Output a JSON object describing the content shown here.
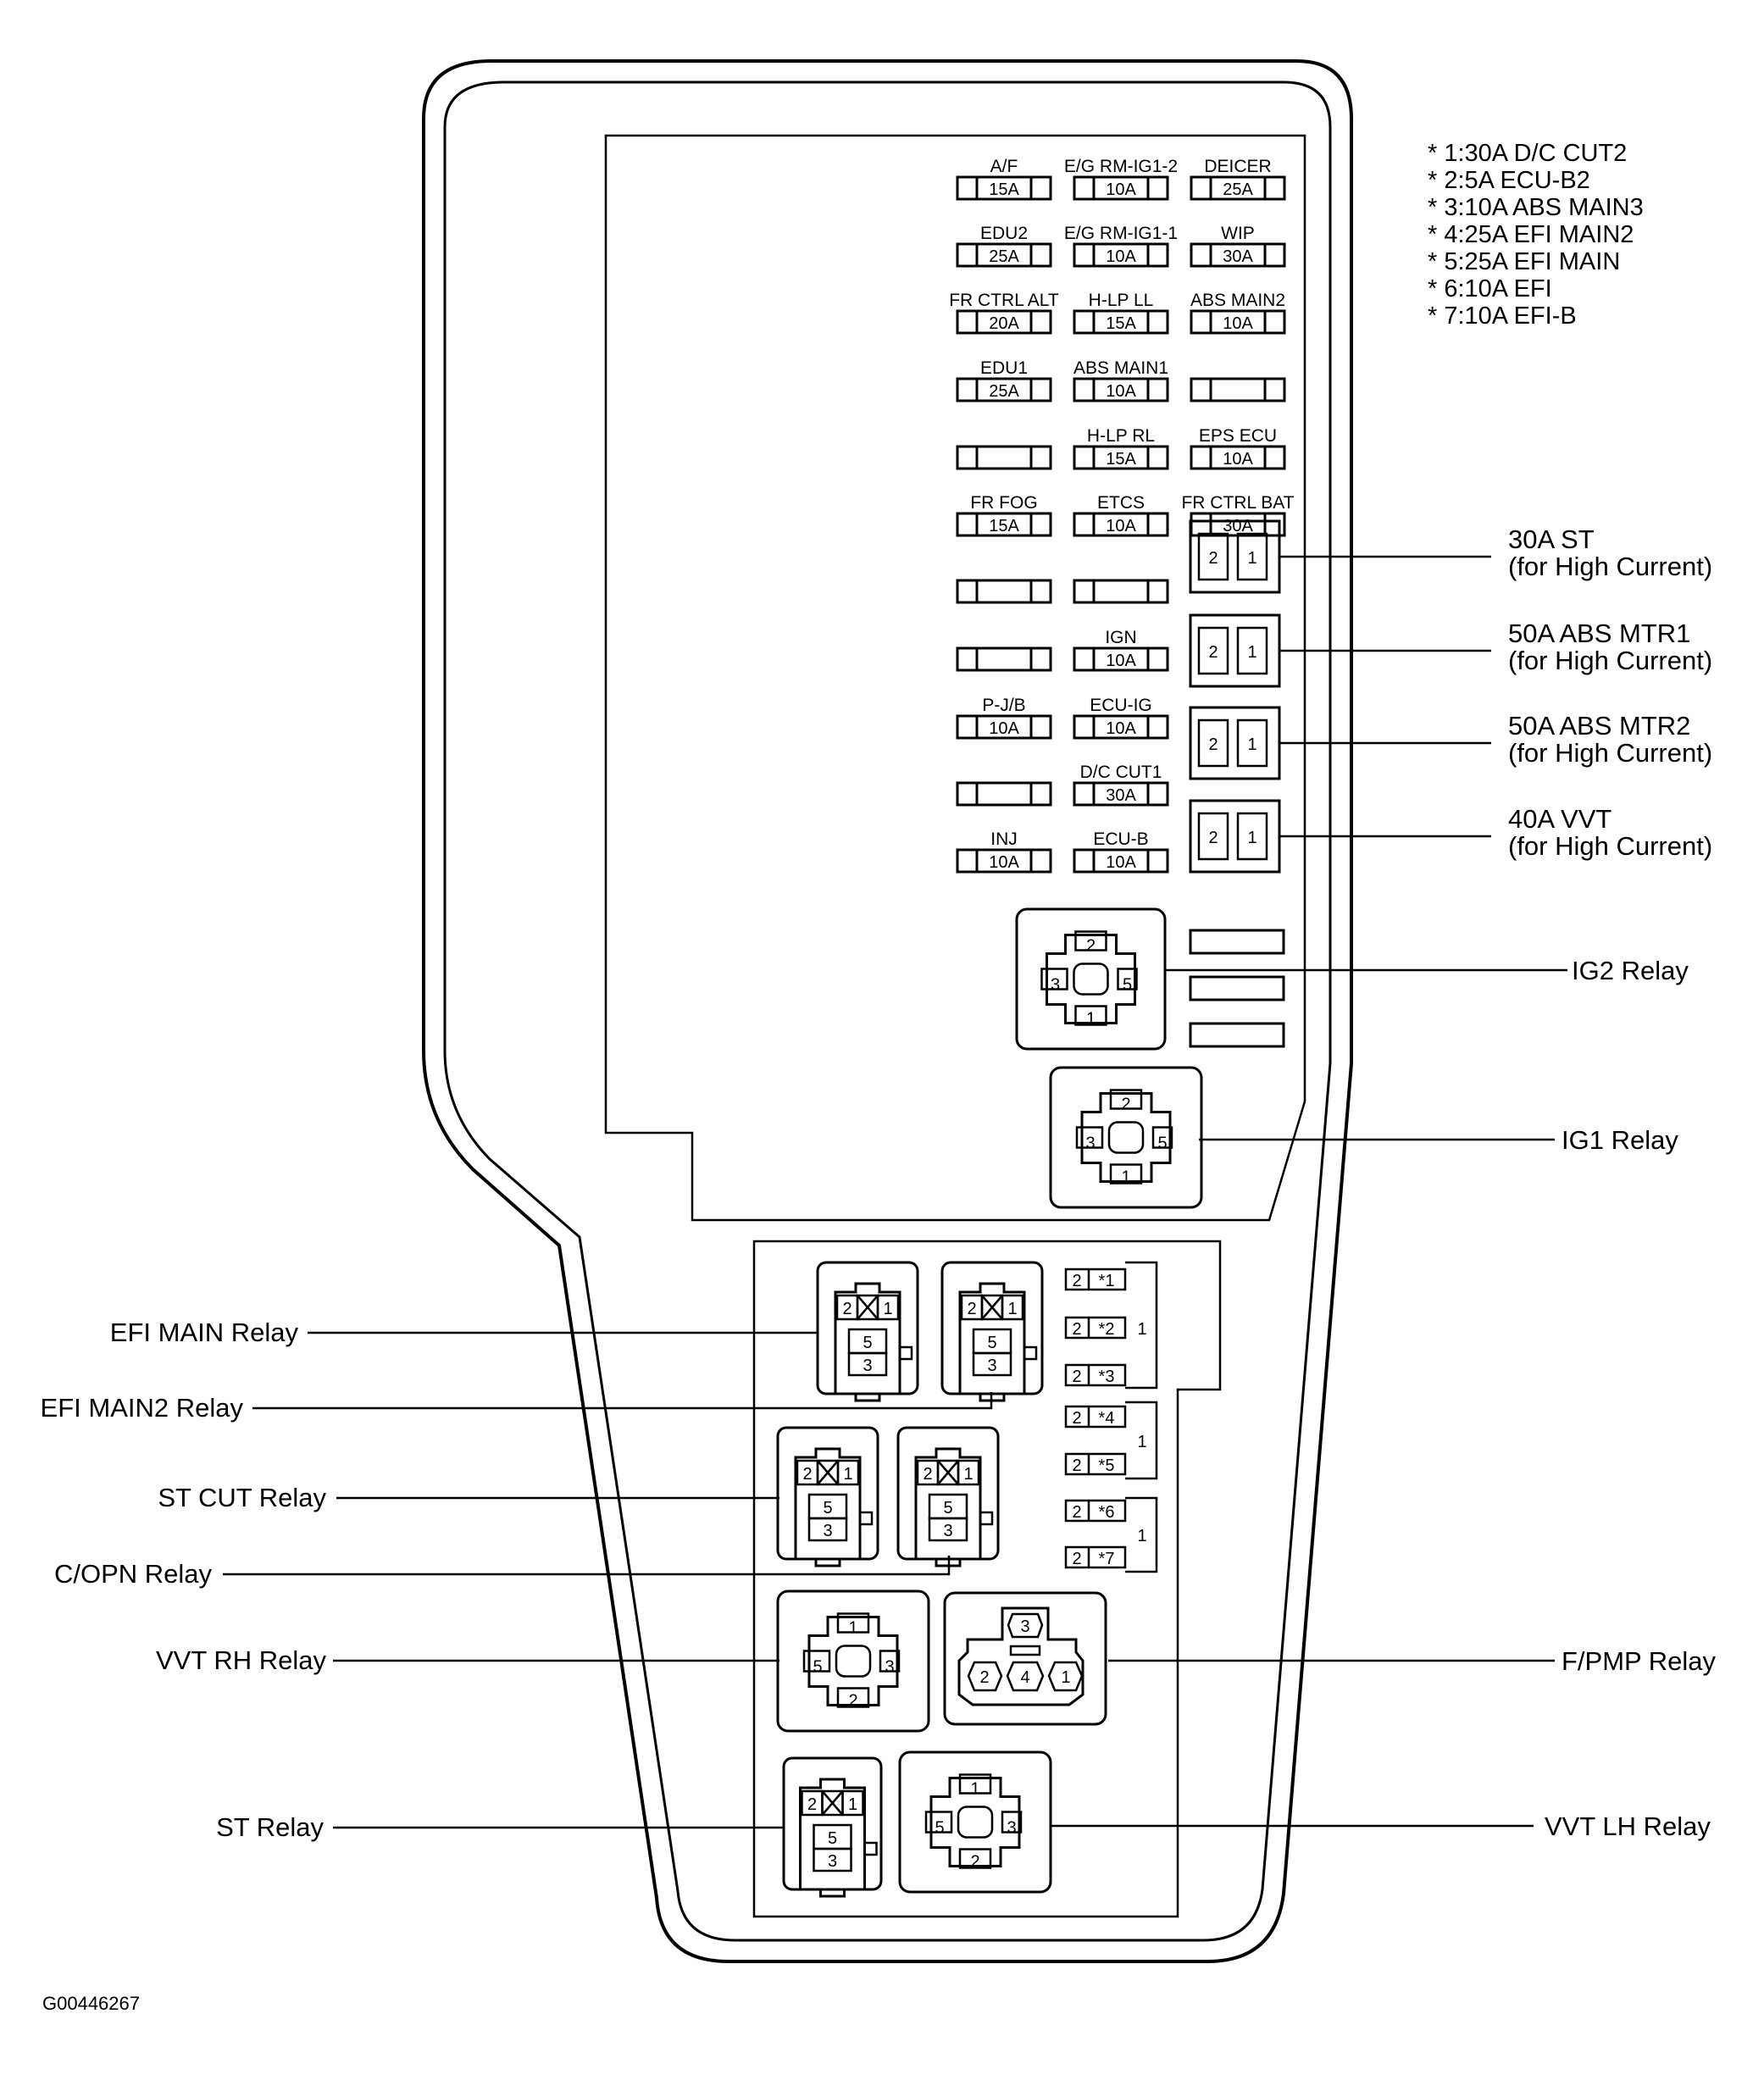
{
  "diagram_code": "G00446267",
  "notes": [
    "* 1:30A D/C CUT2",
    "* 2:5A ECU-B2",
    "* 3:10A ABS MAIN3",
    "* 4:25A EFI MAIN2",
    "* 5:25A EFI MAIN",
    "* 6:10A EFI",
    "* 7:10A EFI-B"
  ],
  "fuse_rows": [
    [
      {
        "name": "A/F",
        "amp": "15A"
      },
      {
        "name": "E/G RM-IG1-2",
        "amp": "10A"
      },
      {
        "name": "DEICER",
        "amp": "25A"
      }
    ],
    [
      {
        "name": "EDU2",
        "amp": "25A"
      },
      {
        "name": "E/G RM-IG1-1",
        "amp": "10A"
      },
      {
        "name": "WIP",
        "amp": "30A"
      }
    ],
    [
      {
        "name": "FR CTRL ALT",
        "amp": "20A"
      },
      {
        "name": "H-LP LL",
        "amp": "15A"
      },
      {
        "name": "ABS MAIN2",
        "amp": "10A"
      }
    ],
    [
      {
        "name": "EDU1",
        "amp": "25A"
      },
      {
        "name": "ABS MAIN1",
        "amp": "10A"
      },
      {
        "name": "",
        "amp": ""
      }
    ],
    [
      {
        "name": "",
        "amp": ""
      },
      {
        "name": "H-LP RL",
        "amp": "15A"
      },
      {
        "name": "EPS ECU",
        "amp": "10A"
      }
    ],
    [
      {
        "name": "FR FOG",
        "amp": "15A"
      },
      {
        "name": "ETCS",
        "amp": "10A"
      },
      {
        "name": "FR CTRL BAT",
        "amp": "30A"
      }
    ],
    [
      {
        "name": "",
        "amp": ""
      },
      {
        "name": "",
        "amp": ""
      }
    ],
    [
      {
        "name": "",
        "amp": ""
      },
      {
        "name": "IGN",
        "amp": "10A"
      }
    ],
    [
      {
        "name": "P-J/B",
        "amp": "10A"
      },
      {
        "name": "ECU-IG",
        "amp": "10A"
      }
    ],
    [
      {
        "name": "",
        "amp": ""
      },
      {
        "name": "D/C CUT1",
        "amp": "30A"
      }
    ],
    [
      {
        "name": "INJ",
        "amp": "10A"
      },
      {
        "name": "ECU-B",
        "amp": "10A"
      }
    ]
  ],
  "high_current_fuses": [
    {
      "label": "30A ST",
      "sub": "(for High Current)"
    },
    {
      "label": "50A ABS MTR1",
      "sub": "(for High Current)"
    },
    {
      "label": "50A ABS MTR2",
      "sub": "(for High Current)"
    },
    {
      "label": "40A VVT",
      "sub": "(for High Current)"
    }
  ],
  "relays": {
    "ig2": "IG2 Relay",
    "ig1": "IG1 Relay",
    "efi_main": "EFI MAIN Relay",
    "efi_main2": "EFI MAIN2 Relay",
    "st_cut": "ST CUT Relay",
    "c_opn": "C/OPN Relay",
    "vvt_rh": "VVT RH Relay",
    "f_pmp": "F/PMP Relay",
    "st": "ST Relay",
    "vvt_lh": "VVT LH Relay"
  },
  "pins": {
    "p1": "1",
    "p2": "2",
    "p3": "3",
    "p4": "4",
    "p5": "5"
  },
  "star_fuses": [
    {
      "pin": "2",
      "ref": "*1"
    },
    {
      "pin": "2",
      "ref": "*2"
    },
    {
      "pin": "2",
      "ref": "*3"
    },
    {
      "pin": "2",
      "ref": "*4"
    },
    {
      "pin": "2",
      "ref": "*5"
    },
    {
      "pin": "2",
      "ref": "*6"
    },
    {
      "pin": "2",
      "ref": "*7"
    }
  ],
  "star_groups": [
    "1",
    "1",
    "1"
  ]
}
